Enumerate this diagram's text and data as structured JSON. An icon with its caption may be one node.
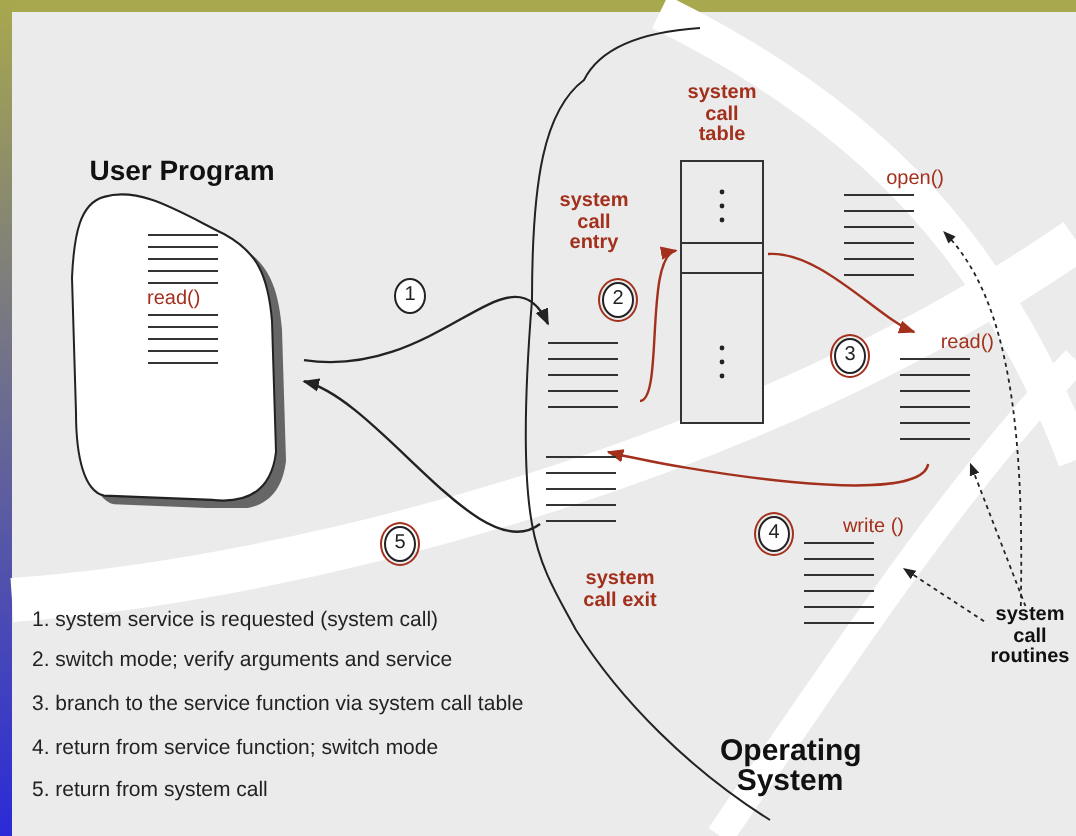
{
  "diagram": {
    "nodes": [
      {
        "text": [
          "User Program",
          "read()"
        ]
      },
      {
        "text": [
          "system call entry"
        ]
      },
      {
        "text": [
          "system call exit"
        ]
      },
      {
        "text": [
          "system call table"
        ]
      },
      {
        "text": [
          "open()"
        ]
      },
      {
        "text": [
          "read()"
        ]
      },
      {
        "text": [
          "write ()"
        ]
      },
      {
        "text": [
          "system call routines"
        ]
      }
    ],
    "edges": [
      {
        "from": 0,
        "to": 1,
        "arrow": "to",
        "label": "1"
      },
      {
        "from": 1,
        "to": 3,
        "arrow": "to",
        "label": "2",
        "color": "#a3301c"
      },
      {
        "from": 3,
        "to": 5,
        "arrow": "to",
        "label": "3",
        "color": "#a3301c"
      },
      {
        "from": 5,
        "to": 2,
        "arrow": "to",
        "label": "4",
        "color": "#a3301c"
      },
      {
        "from": 2,
        "to": 0,
        "arrow": "to",
        "label": "5"
      },
      {
        "from": 7,
        "to": 4,
        "arrow": "to",
        "style": "dashed"
      },
      {
        "from": 7,
        "to": 5,
        "arrow": "to",
        "style": "dashed"
      },
      {
        "from": 7,
        "to": 6,
        "arrow": "to",
        "style": "dashed"
      }
    ],
    "labels": [
      "Operating System",
      "1. system service is requested (system call)",
      "2. switch mode; verify arguments and service",
      "3. branch to the service function via system call table",
      "4. return from service function; switch mode",
      "5. return from system call"
    ]
  }
}
